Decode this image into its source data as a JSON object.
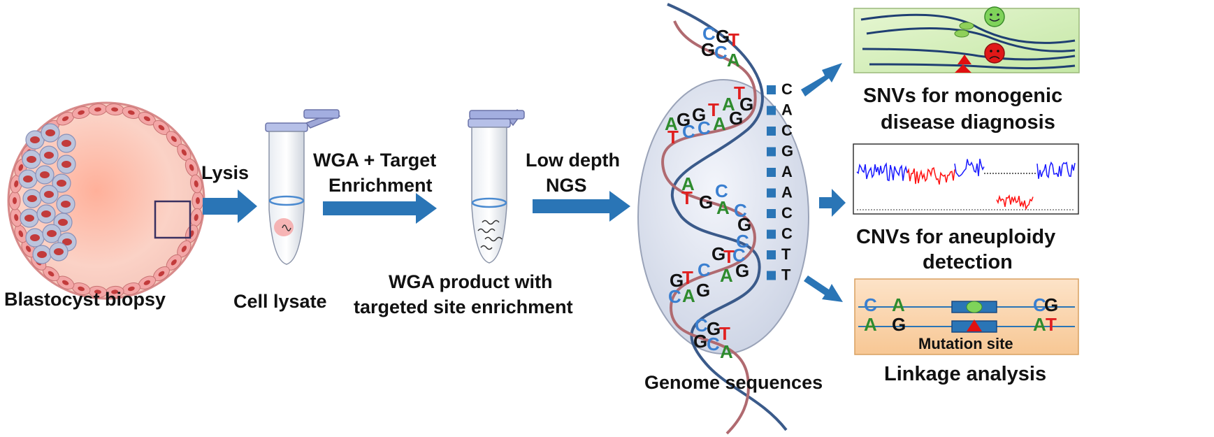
{
  "steps": {
    "lysis": "Lysis",
    "wga_line1": "WGA +  Target",
    "wga_line2": "Enrichment",
    "ngs_line1": "Low depth",
    "ngs_line2": "NGS"
  },
  "captions": {
    "blastocyst": "Blastocyst biopsy",
    "cell_lysate": "Cell lysate",
    "wga_product_line1": "WGA  product with",
    "wga_product_line2": "targeted site enrichment",
    "genome": "Genome sequences"
  },
  "outcomes": {
    "snv_line1": "SNVs for monogenic",
    "snv_line2": "disease diagnosis",
    "cnv_line1": "CNVs for aneuploidy",
    "cnv_line2": "detection",
    "linkage": "Linkage analysis",
    "mutation_site": "Mutation site"
  },
  "sequence": [
    "C",
    "A",
    "C",
    "G",
    "A",
    "A",
    "C",
    "C",
    "T",
    "T"
  ],
  "linkage_bases": {
    "top_left": [
      "C",
      "A"
    ],
    "top_right": [
      "C",
      "G"
    ],
    "bottom_left": [
      "A",
      "G"
    ],
    "bottom_right": [
      "A",
      "T"
    ]
  },
  "helix_bases": {
    "top_1": "C",
    "top_2": "G",
    "top_3": "T",
    "top_4": "G",
    "top_5": "C",
    "top_6": "A",
    "u1": "T",
    "u2": "G",
    "m1": "A",
    "m2": "G",
    "m3": "G",
    "m4": "T",
    "m5": "A",
    "m6": "T",
    "m7": "C",
    "m8": "C",
    "m9": "A",
    "m10": "G",
    "n1": "A",
    "n2": "C",
    "n3": "T",
    "n4": "G",
    "n5": "A",
    "n6": "C",
    "n7": "G",
    "p1": "C",
    "p2": "C",
    "p3": "G",
    "p4": "T",
    "p5": "G",
    "p6": "T",
    "p7": "C",
    "p8": "A",
    "p9": "G",
    "p10": "C",
    "p11": "A",
    "p12": "G",
    "b1": "C",
    "b2": "G",
    "b3": "T",
    "b4": "G",
    "b5": "C",
    "b6": "A"
  },
  "colors": {
    "arrow": "#2a75b6",
    "base_A": "#2e8b2e",
    "base_C": "#3a7fd0",
    "base_G": "#111111",
    "base_T": "#e02020",
    "cnv_blue": "#1a1aff",
    "cnv_red": "#ff1010"
  }
}
